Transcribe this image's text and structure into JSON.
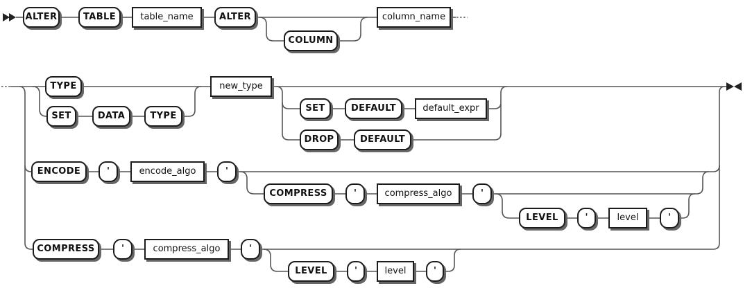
{
  "diagram": {
    "kind": "railroad-syntax-diagram",
    "colors": {
      "box_fill": "#ffffff",
      "box_border": "#1c1c1c",
      "box_shadow": "#666666",
      "line": "#555555",
      "arrow": "#222222",
      "text": "#111111"
    },
    "row1": {
      "alter": "ALTER",
      "table": "TABLE",
      "table_name": "table_name",
      "alter2": "ALTER",
      "column": "COLUMN",
      "column_name": "column_name"
    },
    "row2": {
      "type1": "TYPE",
      "set1": "SET",
      "data": "DATA",
      "type2": "TYPE",
      "new_type": "new_type",
      "set2": "SET",
      "default1": "DEFAULT",
      "default_expr": "default_expr",
      "drop": "DROP",
      "default2": "DEFAULT"
    },
    "row3": {
      "encode": "ENCODE",
      "q1": "'",
      "encode_algo": "encode_algo",
      "q2": "'",
      "compress": "COMPRESS",
      "q3": "'",
      "compress_algo": "compress_algo",
      "q4": "'",
      "level": "LEVEL",
      "q5": "'",
      "level_var": "level",
      "q6": "'"
    },
    "row4": {
      "compress": "COMPRESS",
      "q1": "'",
      "compress_algo": "compress_algo",
      "q2": "'",
      "level": "LEVEL",
      "q3": "'",
      "level_var": "level",
      "q4": "'"
    }
  }
}
